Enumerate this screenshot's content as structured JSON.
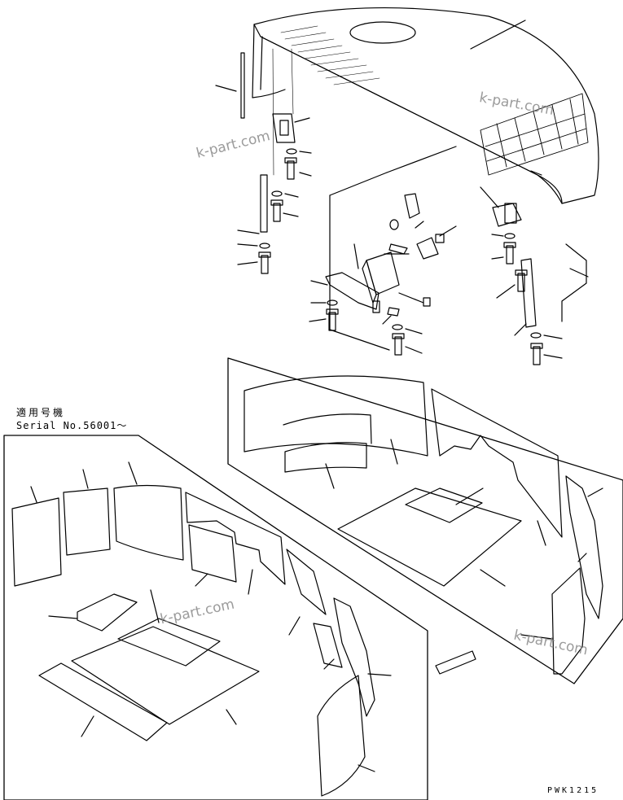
{
  "labels": {
    "serial_jp": "適用号機",
    "serial_en": "Serial No.56001～",
    "drawing_code": "PWK1215"
  },
  "watermarks": [
    "k-part.com",
    "k-part.com",
    "k-part.com",
    "k-part.com"
  ],
  "colors": {
    "line": "#000000",
    "background": "#ffffff",
    "watermark": "#8a8a8a"
  }
}
